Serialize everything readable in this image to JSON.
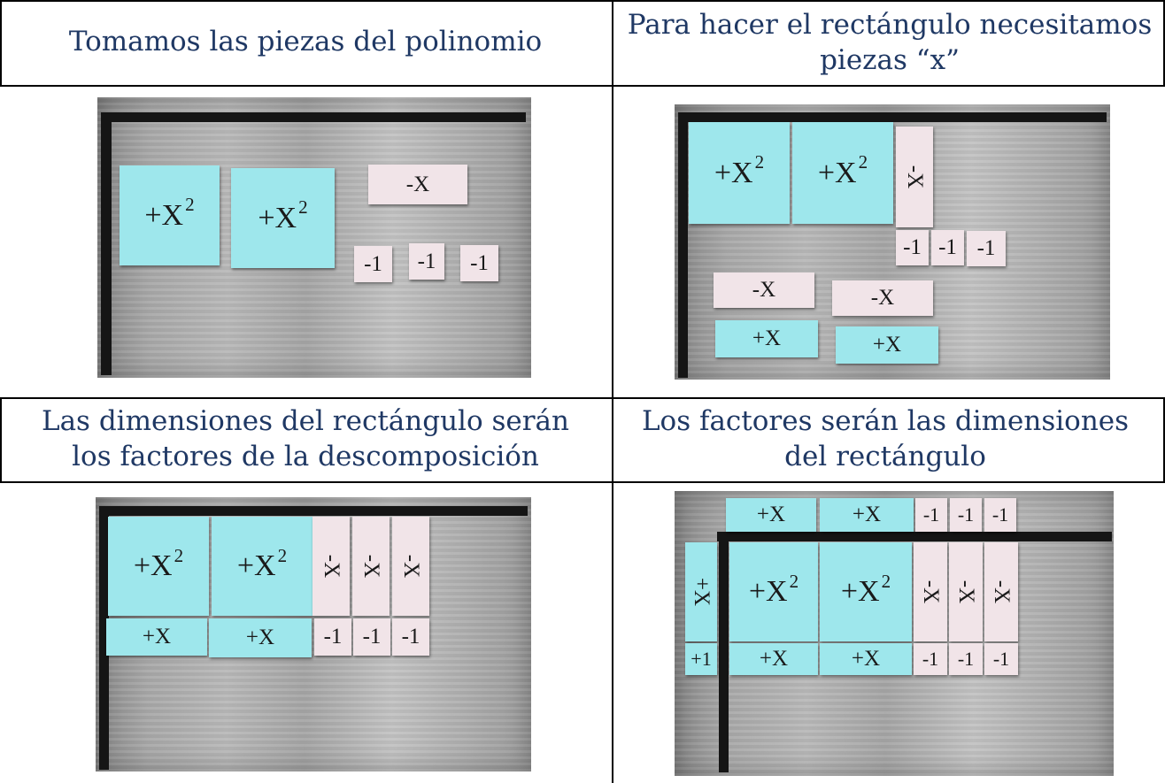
{
  "captions": {
    "c1": "Tomamos las piezas del polinomio",
    "c2": "Para hacer el rectángulo necesitamos piezas “x”",
    "c3": "Las dimensiones del rectángulo serán los factores de la descomposición",
    "c4": "Los factores serán las dimensiones del rectángulo"
  },
  "tiles": {
    "x2": "+X",
    "sq": "2",
    "neg_x": "-X",
    "pos_x": "+X",
    "neg_1": "-1",
    "pos_1": "+1"
  },
  "colors": {
    "caption": "#1f3864",
    "tile_positive": "#9ee7ec",
    "tile_negative": "#f1e4e8",
    "board": "#b0b0b0"
  }
}
